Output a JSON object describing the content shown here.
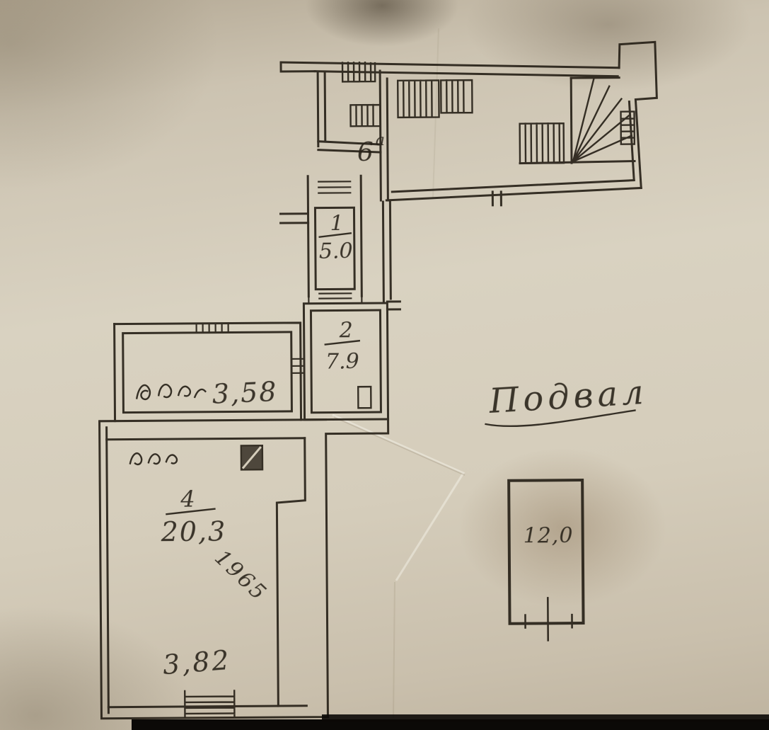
{
  "colors": {
    "paper": "#d5cdbb",
    "ink": "#241e15",
    "scan_edge": "#0b0907"
  },
  "title": {
    "text": "Подвал"
  },
  "plan": {
    "wing": {
      "label": "6",
      "label_sup": "а"
    },
    "room1": {
      "number": "1",
      "area": "5.0"
    },
    "room2": {
      "number": "2",
      "area": "7.9"
    },
    "room3": {
      "note": "3,58"
    },
    "room4": {
      "number": "4",
      "area": "20,3",
      "diagonal_note": "1965",
      "bottom_note": "3,82"
    },
    "outbuilding": {
      "area": "12,0"
    }
  }
}
